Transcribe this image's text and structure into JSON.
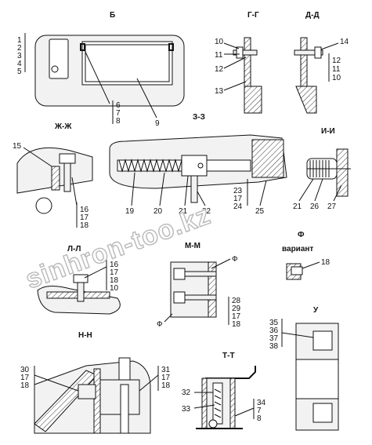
{
  "sections": {
    "b": "Б",
    "g": "Г-Г",
    "d": "Д-Д",
    "zh": "Ж-Ж",
    "z": "З-З",
    "i": "И-И",
    "l": "Л-Л",
    "m": "М-М",
    "f": "Ф",
    "f_variant": "вариант",
    "n": "Н-Н",
    "t": "Т-Т",
    "u": "У"
  },
  "labels": {
    "b_stack": [
      "1",
      "2",
      "3",
      "4",
      "5"
    ],
    "b_678": [
      "6",
      "7",
      "8"
    ],
    "b_9": "9",
    "g_10": "10",
    "g_11": "11",
    "g_12": "12",
    "g_13": "13",
    "d_14": "14",
    "d_stack": [
      "12",
      "11",
      "10"
    ],
    "zh_15": "15",
    "zh_stack": [
      "16",
      "17",
      "18"
    ],
    "z_19": "19",
    "z_20": "20",
    "z_21": "21",
    "z_22": "22",
    "z_stack": [
      "23",
      "17",
      "24"
    ],
    "z_25": "25",
    "i_21": "21",
    "i_26": "26",
    "i_27": "27",
    "l_stack": [
      "16",
      "17",
      "18",
      "10"
    ],
    "m_f_top": "Ф",
    "m_f_bottom": "Ф",
    "m_stack": [
      "28",
      "29",
      "17",
      "18"
    ],
    "f_18": "18",
    "u_stack": [
      "35",
      "36",
      "37",
      "38"
    ],
    "n_left": [
      "30",
      "17",
      "18"
    ],
    "n_right": [
      "31",
      "17",
      "18"
    ],
    "t_32": "32",
    "t_33": "33",
    "t_stack": [
      "34",
      "7",
      "8"
    ]
  },
  "watermark": "sinhron-too.kz"
}
